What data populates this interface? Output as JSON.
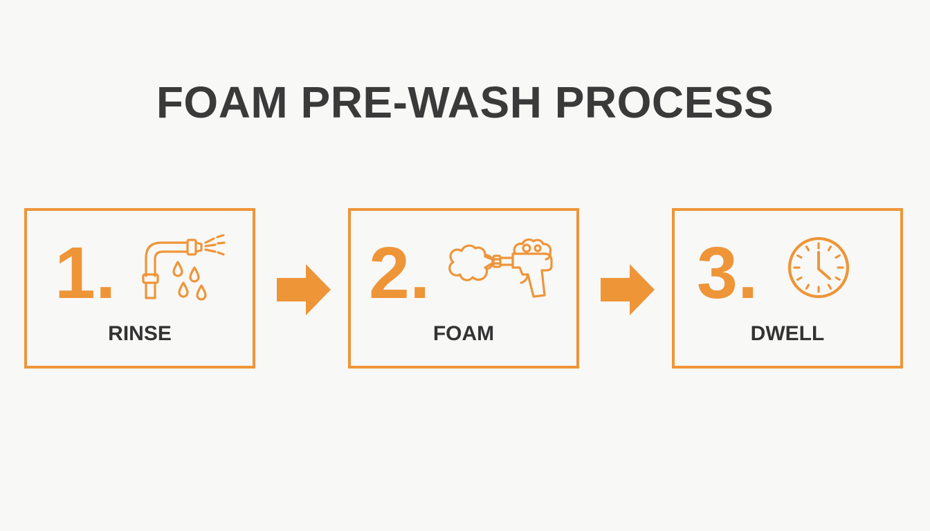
{
  "title": "FOAM PRE-WASH PROCESS",
  "accent_color": "#ee9538",
  "text_color": "#333333",
  "steps": [
    {
      "number": "1.",
      "label": "RINSE",
      "icon": "hose-spray-icon"
    },
    {
      "number": "2.",
      "label": "FOAM",
      "icon": "foam-gun-icon"
    },
    {
      "number": "3.",
      "label": "DWELL",
      "icon": "clock-icon"
    }
  ],
  "connectors": [
    "arrow-right-icon",
    "arrow-right-icon"
  ]
}
